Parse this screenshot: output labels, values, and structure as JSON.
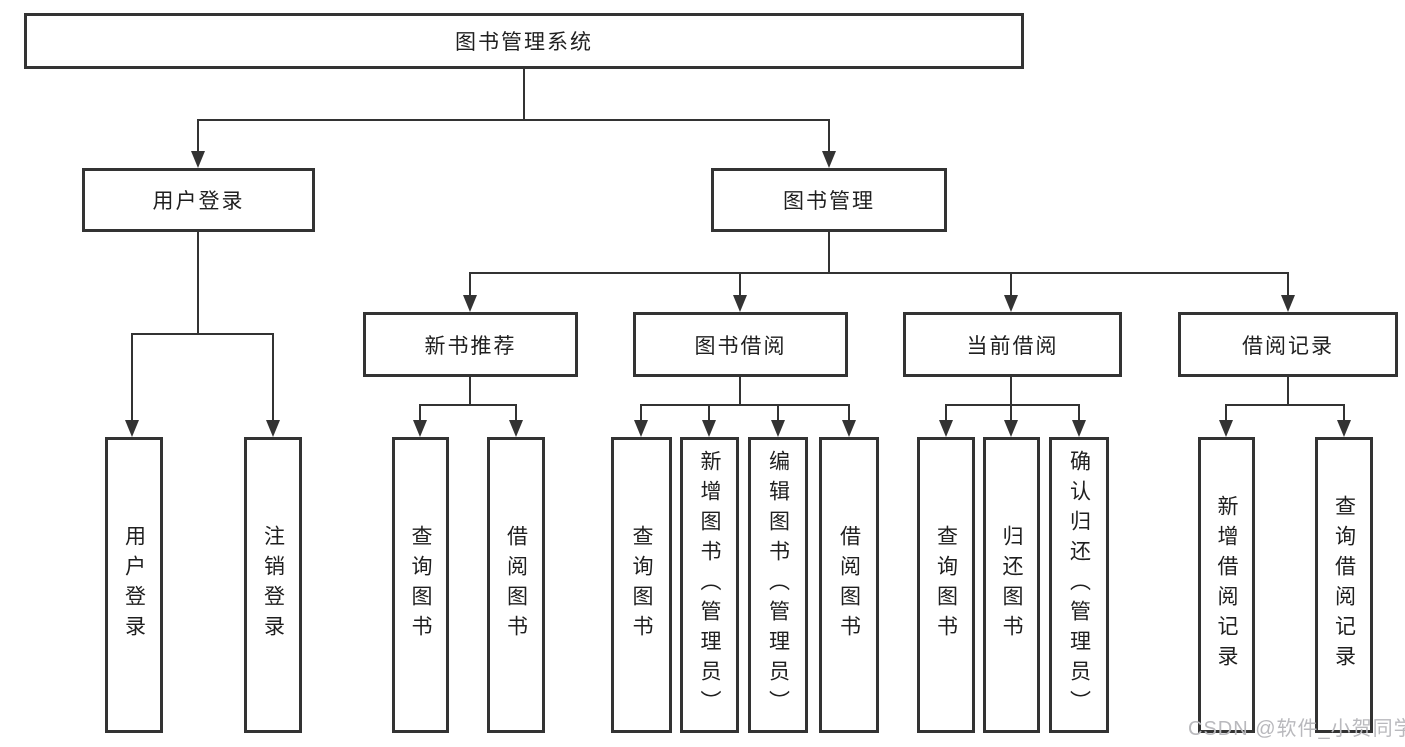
{
  "tree": {
    "label": "图书管理系统",
    "children": {
      "user_login": {
        "label": "用户登录",
        "children": {
          "login": {
            "label": "用户登录"
          },
          "logout": {
            "label": "注销登录"
          }
        }
      },
      "book_mgmt": {
        "label": "图书管理",
        "children": {
          "new_books": {
            "label": "新书推荐",
            "children": {
              "query_books": {
                "label": "查询图书"
              },
              "borrow_books": {
                "label": "借阅图书"
              }
            }
          },
          "book_borrow": {
            "label": "图书借阅",
            "children": {
              "query_books": {
                "label": "查询图书"
              },
              "add_books": {
                "label": "新增图书（管理员）"
              },
              "edit_books": {
                "label": "编辑图书（管理员）"
              },
              "borrow_books": {
                "label": "借阅图书"
              }
            }
          },
          "current_borrow": {
            "label": "当前借阅",
            "children": {
              "query_books": {
                "label": "查询图书"
              },
              "return_books": {
                "label": "归还图书"
              },
              "confirm_return": {
                "label": "确认归还（管理员）"
              }
            }
          },
          "borrow_records": {
            "label": "借阅记录",
            "children": {
              "add_record": {
                "label": "新增借阅记录"
              },
              "query_record": {
                "label": "查询借阅记录"
              }
            }
          }
        }
      }
    }
  },
  "watermark": {
    "text": "CSDN @软件_小贺同学"
  },
  "colors": {
    "line": "#333333",
    "text": "#1f1f1f",
    "watermark": "#b9b9bd"
  }
}
